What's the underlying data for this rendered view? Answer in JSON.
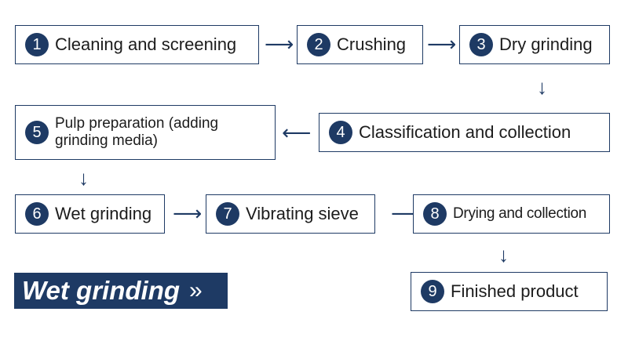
{
  "steps": [
    {
      "number": "1",
      "label": "Cleaning and screening"
    },
    {
      "number": "2",
      "label": "Crushing"
    },
    {
      "number": "3",
      "label": "Dry grinding"
    },
    {
      "number": "4",
      "label": "Classification and collection"
    },
    {
      "number": "5",
      "label": "Pulp preparation (adding grinding media)"
    },
    {
      "number": "6",
      "label": "Wet grinding"
    },
    {
      "number": "7",
      "label": "Vibrating sieve"
    },
    {
      "number": "8",
      "label": "Drying and collection"
    },
    {
      "number": "9",
      "label": "Finished product"
    }
  ],
  "arrows": {
    "right": "⟶",
    "left": "⟵",
    "down": "↓"
  },
  "banner": {
    "title": "Wet grinding",
    "chevron": "»"
  },
  "colors": {
    "accent": "#1e3a64",
    "background": "#ffffff"
  }
}
